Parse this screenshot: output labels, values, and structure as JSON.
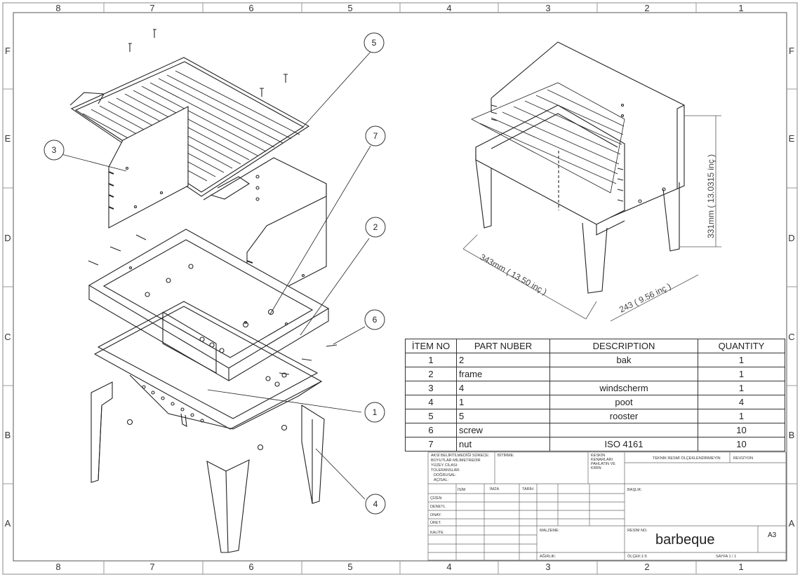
{
  "border": {
    "columns": [
      "8",
      "7",
      "6",
      "5",
      "4",
      "3",
      "2",
      "1"
    ],
    "rows": [
      "F",
      "E",
      "D",
      "C",
      "B",
      "A"
    ]
  },
  "balloons": [
    "1",
    "2",
    "3",
    "4",
    "5",
    "6",
    "7"
  ],
  "dimensions": {
    "length": "343mm ( 13.50 inç )",
    "width": "243 ( 9.56 inç )",
    "height": "331mm ( 13.0315 inç )"
  },
  "bom": {
    "headers": [
      "İTEM NO",
      "PART NUBER",
      "DESCRIPTION",
      "QUANTITY"
    ],
    "rows": [
      {
        "item": "1",
        "part": "2",
        "description": "bak",
        "quantity": "1"
      },
      {
        "item": "2",
        "part": "frame",
        "description": "",
        "quantity": "1"
      },
      {
        "item": "3",
        "part": "4",
        "description": "windscherm",
        "quantity": "1"
      },
      {
        "item": "4",
        "part": "1",
        "description": "poot",
        "quantity": "4"
      },
      {
        "item": "5",
        "part": "5",
        "description": "rooster",
        "quantity": "1"
      },
      {
        "item": "6",
        "part": "screw",
        "description": "",
        "quantity": "10"
      },
      {
        "item": "7",
        "part": "nut",
        "description": "ISO 4161",
        "quantity": "10"
      }
    ]
  },
  "title_block": {
    "notes": [
      "AKSİ BELİRTİLMEDİĞİ SÜRECE:",
      "BOYUTLAR MİLİMETREDİR",
      "YÜZEY CİLASI:",
      "TOLERANSLAR:",
      "DOĞRUSAL:",
      "AÇISAL:"
    ],
    "bitirme": "BİTİRME:",
    "kesikin": "KESKİN KENARLARI PAHLATIN VE KIRIN",
    "teknik": "TEKNİK RESMİ ÖLÇEKLENDİRMEYİN",
    "revizyon": "REVİZYON",
    "isim": "İSİM",
    "imza": "İMZA",
    "tarih": "TARİH",
    "baslik": "BAŞLIK:",
    "roles": [
      "ÇİZEN",
      "DENETL",
      "ONAY.",
      "ÜRET.",
      "KALİTE"
    ],
    "malzeme": "MALZEME:",
    "agirlik": "AĞIRLIK:",
    "resim_no": "RESİM NO.",
    "title": "barbeque",
    "size": "A3",
    "olcek": "ÖLÇEK:1:5",
    "sayfa": "SAYFA 1 / 1"
  }
}
